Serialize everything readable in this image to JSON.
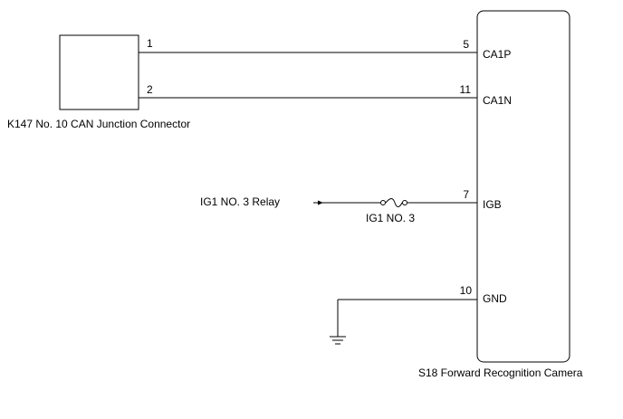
{
  "junction_connector": {
    "label": "K147  No. 10 CAN Junction Connector",
    "pins": [
      "1",
      "2"
    ]
  },
  "camera": {
    "label": "S18  Forward Recognition Camera",
    "pins": [
      {
        "number": "5",
        "name": "CA1P"
      },
      {
        "number": "11",
        "name": "CA1N"
      },
      {
        "number": "7",
        "name": "IGB"
      },
      {
        "number": "10",
        "name": "GND"
      }
    ]
  },
  "relay": {
    "label": "IG1 NO. 3 Relay"
  },
  "fuse": {
    "label": "IG1 NO. 3"
  }
}
